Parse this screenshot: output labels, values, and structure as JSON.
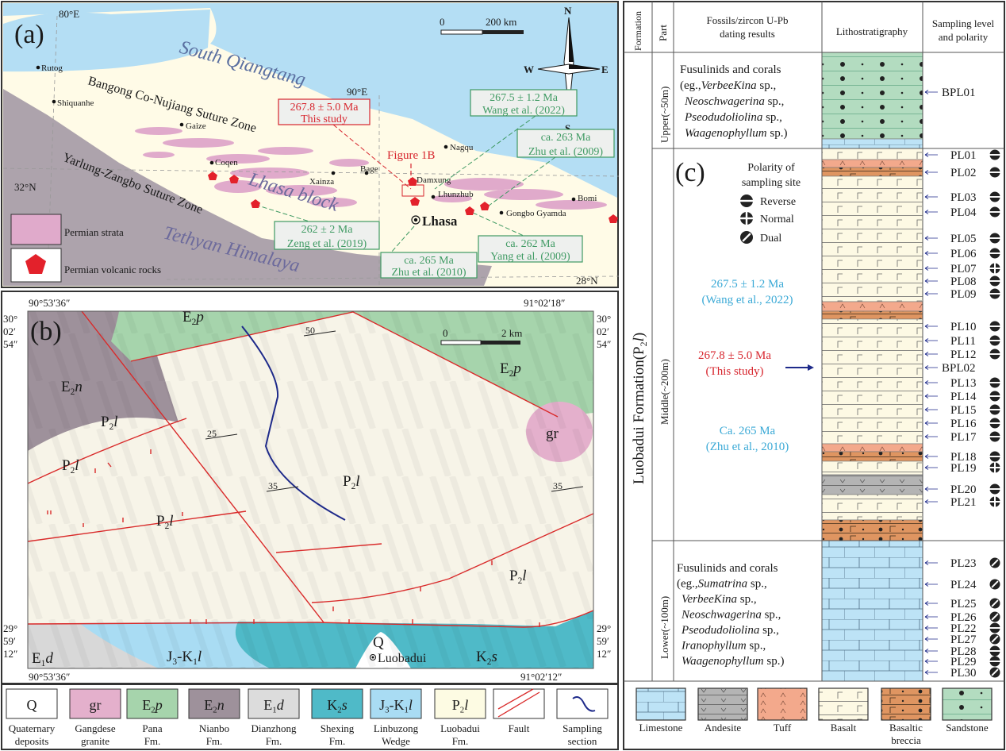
{
  "panel_a": {
    "label": "(a)",
    "lon_80": "80°E",
    "lon_90": "90°E",
    "lat_32": "32°N",
    "lat_28": "28°N",
    "scale_zero": "0",
    "scale_dist": "200 km",
    "compass": {
      "n": "N",
      "s": "S",
      "e": "E",
      "w": "W"
    },
    "regions": {
      "qiangtang": "South Qiangtang",
      "bns": "Bangong Co-Nujiang Suture Zone",
      "yzs": "Yarlung-Zangbo Suture Zone",
      "lhasa": "Lhasa block",
      "himalaya": "Tethyan Himalaya"
    },
    "cities": [
      "Rutog",
      "Shiquanhe",
      "Gaize",
      "Coqen",
      "Xainza",
      "Bage",
      "Damxung",
      "Lhunzhub",
      "Nagqu",
      "Gongbo Gyamda",
      "Bomi"
    ],
    "capital": "Lhasa",
    "figure_ref": "Figure 1B",
    "ages": [
      {
        "age": "267.8 ± 5.0 Ma",
        "ref": "This study",
        "color": "#d7262e"
      },
      {
        "age": "267.5 ± 1.2 Ma",
        "ref": "Wang et al. (2022)",
        "color": "#3f9a63"
      },
      {
        "age": "ca. 263 Ma",
        "ref": "Zhu et al. (2009)",
        "color": "#3f9a63"
      },
      {
        "age": "262 ± 2 Ma",
        "ref": "Zeng et al. (2019)",
        "color": "#3f9a63"
      },
      {
        "age": "ca. 262 Ma",
        "ref": "Yang et al. (2009)",
        "color": "#3f9a63"
      },
      {
        "age": "ca. 265 Ma",
        "ref": "Zhu et al. (2010)",
        "color": "#3f9a63"
      }
    ],
    "legend": {
      "strata": "Permian strata",
      "volcanic": "Permian volcanic rocks"
    }
  },
  "panel_b": {
    "label": "(b)",
    "coord_tl": "90°53′36″",
    "coord_tr": "91°02′18″",
    "coord_bl": "90°53′36″",
    "coord_br": "91°02′12″",
    "lat_top": [
      "30°",
      "02′",
      "54″"
    ],
    "lat_bottom": [
      "29°",
      "59′",
      "12″"
    ],
    "scale_zero": "0",
    "scale_dist": "2 km",
    "dips": [
      "50",
      "25",
      "35",
      "35"
    ],
    "village": "Luobadui",
    "units": {
      "e2p": {
        "main": "E",
        "sub": "2",
        "tail": "p"
      },
      "e2n": {
        "main": "E",
        "sub": "2",
        "tail": "n"
      },
      "p2l": {
        "main": "P",
        "sub": "2",
        "tail": "l"
      },
      "gr": {
        "main": "gr",
        "sub": "",
        "tail": ""
      },
      "e1d": {
        "main": "E",
        "sub": "1",
        "tail": "d"
      },
      "jk": {
        "main": "J",
        "sub": "3",
        "mid": "-K",
        "sub2": "1",
        "tail": "l"
      },
      "k2s": {
        "main": "K",
        "sub": "2",
        "tail": "s"
      },
      "q": {
        "main": "Q",
        "sub": "",
        "tail": ""
      }
    }
  },
  "legend_b": [
    {
      "code": {
        "main": "Q",
        "sub": "",
        "tail": ""
      },
      "l1": "Quaternary",
      "l2": "deposits",
      "color": "#ffffff"
    },
    {
      "code": {
        "main": "gr",
        "sub": "",
        "tail": ""
      },
      "l1": "Gangdese",
      "l2": "granite",
      "color": "#e4b0cc"
    },
    {
      "code": {
        "main": "E",
        "sub": "2",
        "tail": "p"
      },
      "l1": "Pana",
      "l2": "Fm.",
      "color": "#a6d4ac"
    },
    {
      "code": {
        "main": "E",
        "sub": "2",
        "tail": "n"
      },
      "l1": "Nianbo",
      "l2": "Fm.",
      "color": "#9e919b"
    },
    {
      "code": {
        "main": "E",
        "sub": "1",
        "tail": "d"
      },
      "l1": "Dianzhong",
      "l2": "Fm.",
      "color": "#dcdcdc"
    },
    {
      "code": {
        "main": "K",
        "sub": "2",
        "tail": "s"
      },
      "l1": "Shexing",
      "l2": "Fm.",
      "color": "#4fbac8"
    },
    {
      "code": {
        "main": "J",
        "sub": "3",
        "mid": "-K",
        "sub2": "1",
        "tail": "l"
      },
      "l1": "Linbuzong",
      "l2": "Wedge",
      "color": "#a9dcf3"
    },
    {
      "code": {
        "main": "P",
        "sub": "2",
        "tail": "l"
      },
      "l1": "Luobadui",
      "l2": "Fm.",
      "color": "#fdfbe3"
    },
    {
      "code": {
        "main": "",
        "sub": "",
        "tail": ""
      },
      "l1": "Fault",
      "l2": "",
      "color": "#ffffff"
    },
    {
      "code": {
        "main": "",
        "sub": "",
        "tail": ""
      },
      "l1": "Sampling",
      "l2": "section",
      "color": "#ffffff"
    }
  ],
  "panel_c": {
    "label": "(c)",
    "headers": {
      "formation": "Formation",
      "part": "Part",
      "fossils_1": "Fossils/zircon U-Pb",
      "fossils_2": "dating results",
      "litho": "Lithostratigraphy",
      "sampling_1": "Sampling level",
      "sampling_2": "and polarity"
    },
    "formation_name": "Luobadui Formation(P",
    "formation_sub": "2",
    "formation_tail": "l",
    "formation_close": ")",
    "parts": {
      "upper": "Upper(~50m)",
      "middle": "Middle(~200m)",
      "lower": "Lower(~100m)"
    },
    "upper_fossils": [
      {
        "t": "Fusulinids and corals",
        "i": "",
        "s": ""
      },
      {
        "t": "(eg.,",
        "i": "VerbeeKina",
        "s": " sp.,"
      },
      {
        "t": "",
        "i": "Neoschwagerina",
        "s": " sp.,"
      },
      {
        "t": "",
        "i": "Pseodudoliolina",
        "s": " sp.,"
      },
      {
        "t": "",
        "i": "Waagenophyllum",
        "s": " sp.)"
      }
    ],
    "lower_fossils": [
      {
        "t": "Fusulinids and corals",
        "i": "",
        "s": ""
      },
      {
        "t": "(eg.,",
        "i": "Sumatrina",
        "s": " sp.,"
      },
      {
        "t": "",
        "i": "VerbeeKina",
        "s": " sp.,"
      },
      {
        "t": "",
        "i": "Neoschwagerina",
        "s": " sp.,"
      },
      {
        "t": "",
        "i": "Pseodudoliolina",
        "s": " sp.,"
      },
      {
        "t": "",
        "i": "Iranophyllum",
        "s": " sp.,"
      },
      {
        "t": "",
        "i": "Waagenophyllum",
        "s": " sp.)"
      }
    ],
    "polarity_title_1": "Polarity of",
    "polarity_title_2": "sampling site",
    "polarity_legend": {
      "reverse": "Reverse",
      "normal": "Normal",
      "dual": "Dual"
    },
    "dates": [
      {
        "age": "267.5 ± 1.2 Ma",
        "ref": "(Wang et al., 2022)",
        "color": "#3aa9d6"
      },
      {
        "age": "267.8 ± 5.0 Ma",
        "ref": "(This study)",
        "color": "#d7262e"
      },
      {
        "age": "Ca. 265 Ma",
        "ref": "(Zhu et al., 2010)",
        "color": "#3aa9d6"
      }
    ],
    "samples": [
      {
        "id": "BPL01",
        "polarity": "none"
      },
      {
        "id": "PL01",
        "polarity": "reverse"
      },
      {
        "id": "PL02",
        "polarity": "reverse"
      },
      {
        "id": "PL03",
        "polarity": "reverse"
      },
      {
        "id": "PL04",
        "polarity": "reverse"
      },
      {
        "id": "PL05",
        "polarity": "reverse"
      },
      {
        "id": "PL06",
        "polarity": "reverse"
      },
      {
        "id": "PL07",
        "polarity": "normal"
      },
      {
        "id": "PL08",
        "polarity": "reverse"
      },
      {
        "id": "PL09",
        "polarity": "reverse"
      },
      {
        "id": "PL10",
        "polarity": "reverse"
      },
      {
        "id": "PL11",
        "polarity": "reverse"
      },
      {
        "id": "PL12",
        "polarity": "reverse"
      },
      {
        "id": "BPL02",
        "polarity": "none"
      },
      {
        "id": "PL13",
        "polarity": "reverse"
      },
      {
        "id": "PL14",
        "polarity": "reverse"
      },
      {
        "id": "PL15",
        "polarity": "reverse"
      },
      {
        "id": "PL16",
        "polarity": "reverse"
      },
      {
        "id": "PL17",
        "polarity": "reverse"
      },
      {
        "id": "PL18",
        "polarity": "reverse"
      },
      {
        "id": "PL19",
        "polarity": "normal"
      },
      {
        "id": "PL20",
        "polarity": "reverse"
      },
      {
        "id": "PL21",
        "polarity": "normal"
      },
      {
        "id": "PL23",
        "polarity": "dual"
      },
      {
        "id": "PL24",
        "polarity": "dual"
      },
      {
        "id": "PL25",
        "polarity": "dual"
      },
      {
        "id": "PL26",
        "polarity": "dual"
      },
      {
        "id": "PL22",
        "polarity": "reverse"
      },
      {
        "id": "PL27",
        "polarity": "dual"
      },
      {
        "id": "PL28",
        "polarity": "reverse"
      },
      {
        "id": "PL29",
        "polarity": "reverse"
      },
      {
        "id": "PL30",
        "polarity": "dual"
      }
    ],
    "lith_legend": [
      {
        "key": "limestone",
        "l1": "Limestone",
        "l2": ""
      },
      {
        "key": "andesite",
        "l1": "Andesite",
        "l2": ""
      },
      {
        "key": "tuff",
        "l1": "Tuff",
        "l2": ""
      },
      {
        "key": "basalt",
        "l1": "Basalt",
        "l2": ""
      },
      {
        "key": "breccia",
        "l1": "Basaltic",
        "l2": "breccia"
      },
      {
        "key": "sandstone",
        "l1": "Sandstone",
        "l2": ""
      }
    ],
    "colors": {
      "limestone": "#bde3f6",
      "andesite": "#b4b4b4",
      "tuff": "#f3a98c",
      "basalt": "#fdf9e4",
      "breccia": "#df9561",
      "sandstone": "#b3dcc0"
    }
  }
}
